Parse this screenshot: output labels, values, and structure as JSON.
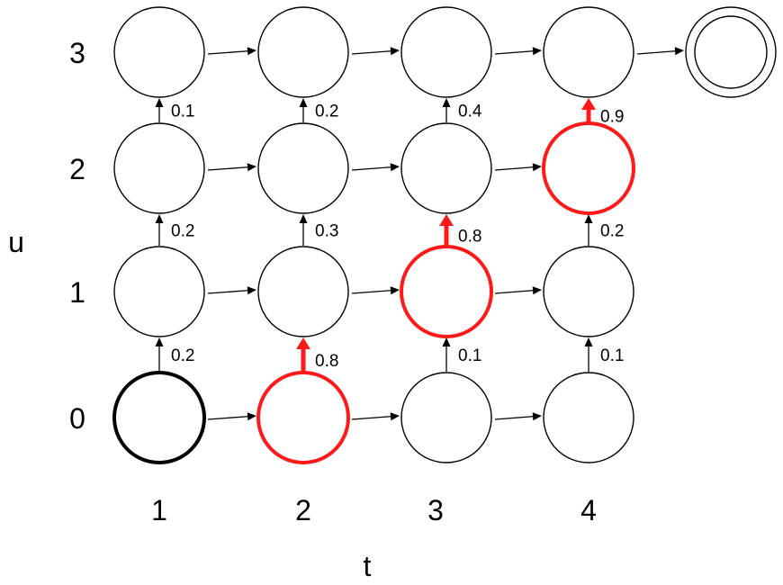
{
  "axes": {
    "y_label": "u",
    "x_label": "t",
    "y_ticks": [
      "0",
      "1",
      "2",
      "3"
    ],
    "x_ticks": [
      "1",
      "2",
      "3",
      "4"
    ]
  },
  "colors": {
    "default": "#000000",
    "highlight": "#ff1a1a"
  },
  "nodes": [
    {
      "t": 1,
      "u": 0,
      "style": "start"
    },
    {
      "t": 2,
      "u": 0,
      "style": "highlight"
    },
    {
      "t": 3,
      "u": 0,
      "style": "normal"
    },
    {
      "t": 4,
      "u": 0,
      "style": "normal"
    },
    {
      "t": 1,
      "u": 1,
      "style": "normal"
    },
    {
      "t": 2,
      "u": 1,
      "style": "normal"
    },
    {
      "t": 3,
      "u": 1,
      "style": "highlight"
    },
    {
      "t": 4,
      "u": 1,
      "style": "normal"
    },
    {
      "t": 1,
      "u": 2,
      "style": "normal"
    },
    {
      "t": 2,
      "u": 2,
      "style": "normal"
    },
    {
      "t": 3,
      "u": 2,
      "style": "normal"
    },
    {
      "t": 4,
      "u": 2,
      "style": "highlight"
    },
    {
      "t": 1,
      "u": 3,
      "style": "normal"
    },
    {
      "t": 2,
      "u": 3,
      "style": "normal"
    },
    {
      "t": 3,
      "u": 3,
      "style": "normal"
    },
    {
      "t": 4,
      "u": 3,
      "style": "normal"
    },
    {
      "t": 5,
      "u": 3,
      "style": "final"
    }
  ],
  "vertical_edges": [
    {
      "t": 1,
      "from_u": 0,
      "prob": "0.2",
      "highlight": false
    },
    {
      "t": 1,
      "from_u": 1,
      "prob": "0.2",
      "highlight": false
    },
    {
      "t": 1,
      "from_u": 2,
      "prob": "0.1",
      "highlight": false
    },
    {
      "t": 2,
      "from_u": 0,
      "prob": "0.8",
      "highlight": true
    },
    {
      "t": 2,
      "from_u": 1,
      "prob": "0.3",
      "highlight": false
    },
    {
      "t": 2,
      "from_u": 2,
      "prob": "0.2",
      "highlight": false
    },
    {
      "t": 3,
      "from_u": 0,
      "prob": "0.1",
      "highlight": false
    },
    {
      "t": 3,
      "from_u": 1,
      "prob": "0.8",
      "highlight": true
    },
    {
      "t": 3,
      "from_u": 2,
      "prob": "0.4",
      "highlight": false
    },
    {
      "t": 4,
      "from_u": 0,
      "prob": "0.1",
      "highlight": false
    },
    {
      "t": 4,
      "from_u": 1,
      "prob": "0.2",
      "highlight": false
    },
    {
      "t": 4,
      "from_u": 2,
      "prob": "0.9",
      "highlight": true
    }
  ],
  "horizontal_edges": [
    {
      "u": 0,
      "from_t": 1
    },
    {
      "u": 0,
      "from_t": 2
    },
    {
      "u": 0,
      "from_t": 3
    },
    {
      "u": 1,
      "from_t": 1
    },
    {
      "u": 1,
      "from_t": 2
    },
    {
      "u": 1,
      "from_t": 3
    },
    {
      "u": 2,
      "from_t": 1
    },
    {
      "u": 2,
      "from_t": 2
    },
    {
      "u": 2,
      "from_t": 3
    },
    {
      "u": 3,
      "from_t": 1
    },
    {
      "u": 3,
      "from_t": 2
    },
    {
      "u": 3,
      "from_t": 3
    },
    {
      "u": 3,
      "from_t": 4
    }
  ]
}
